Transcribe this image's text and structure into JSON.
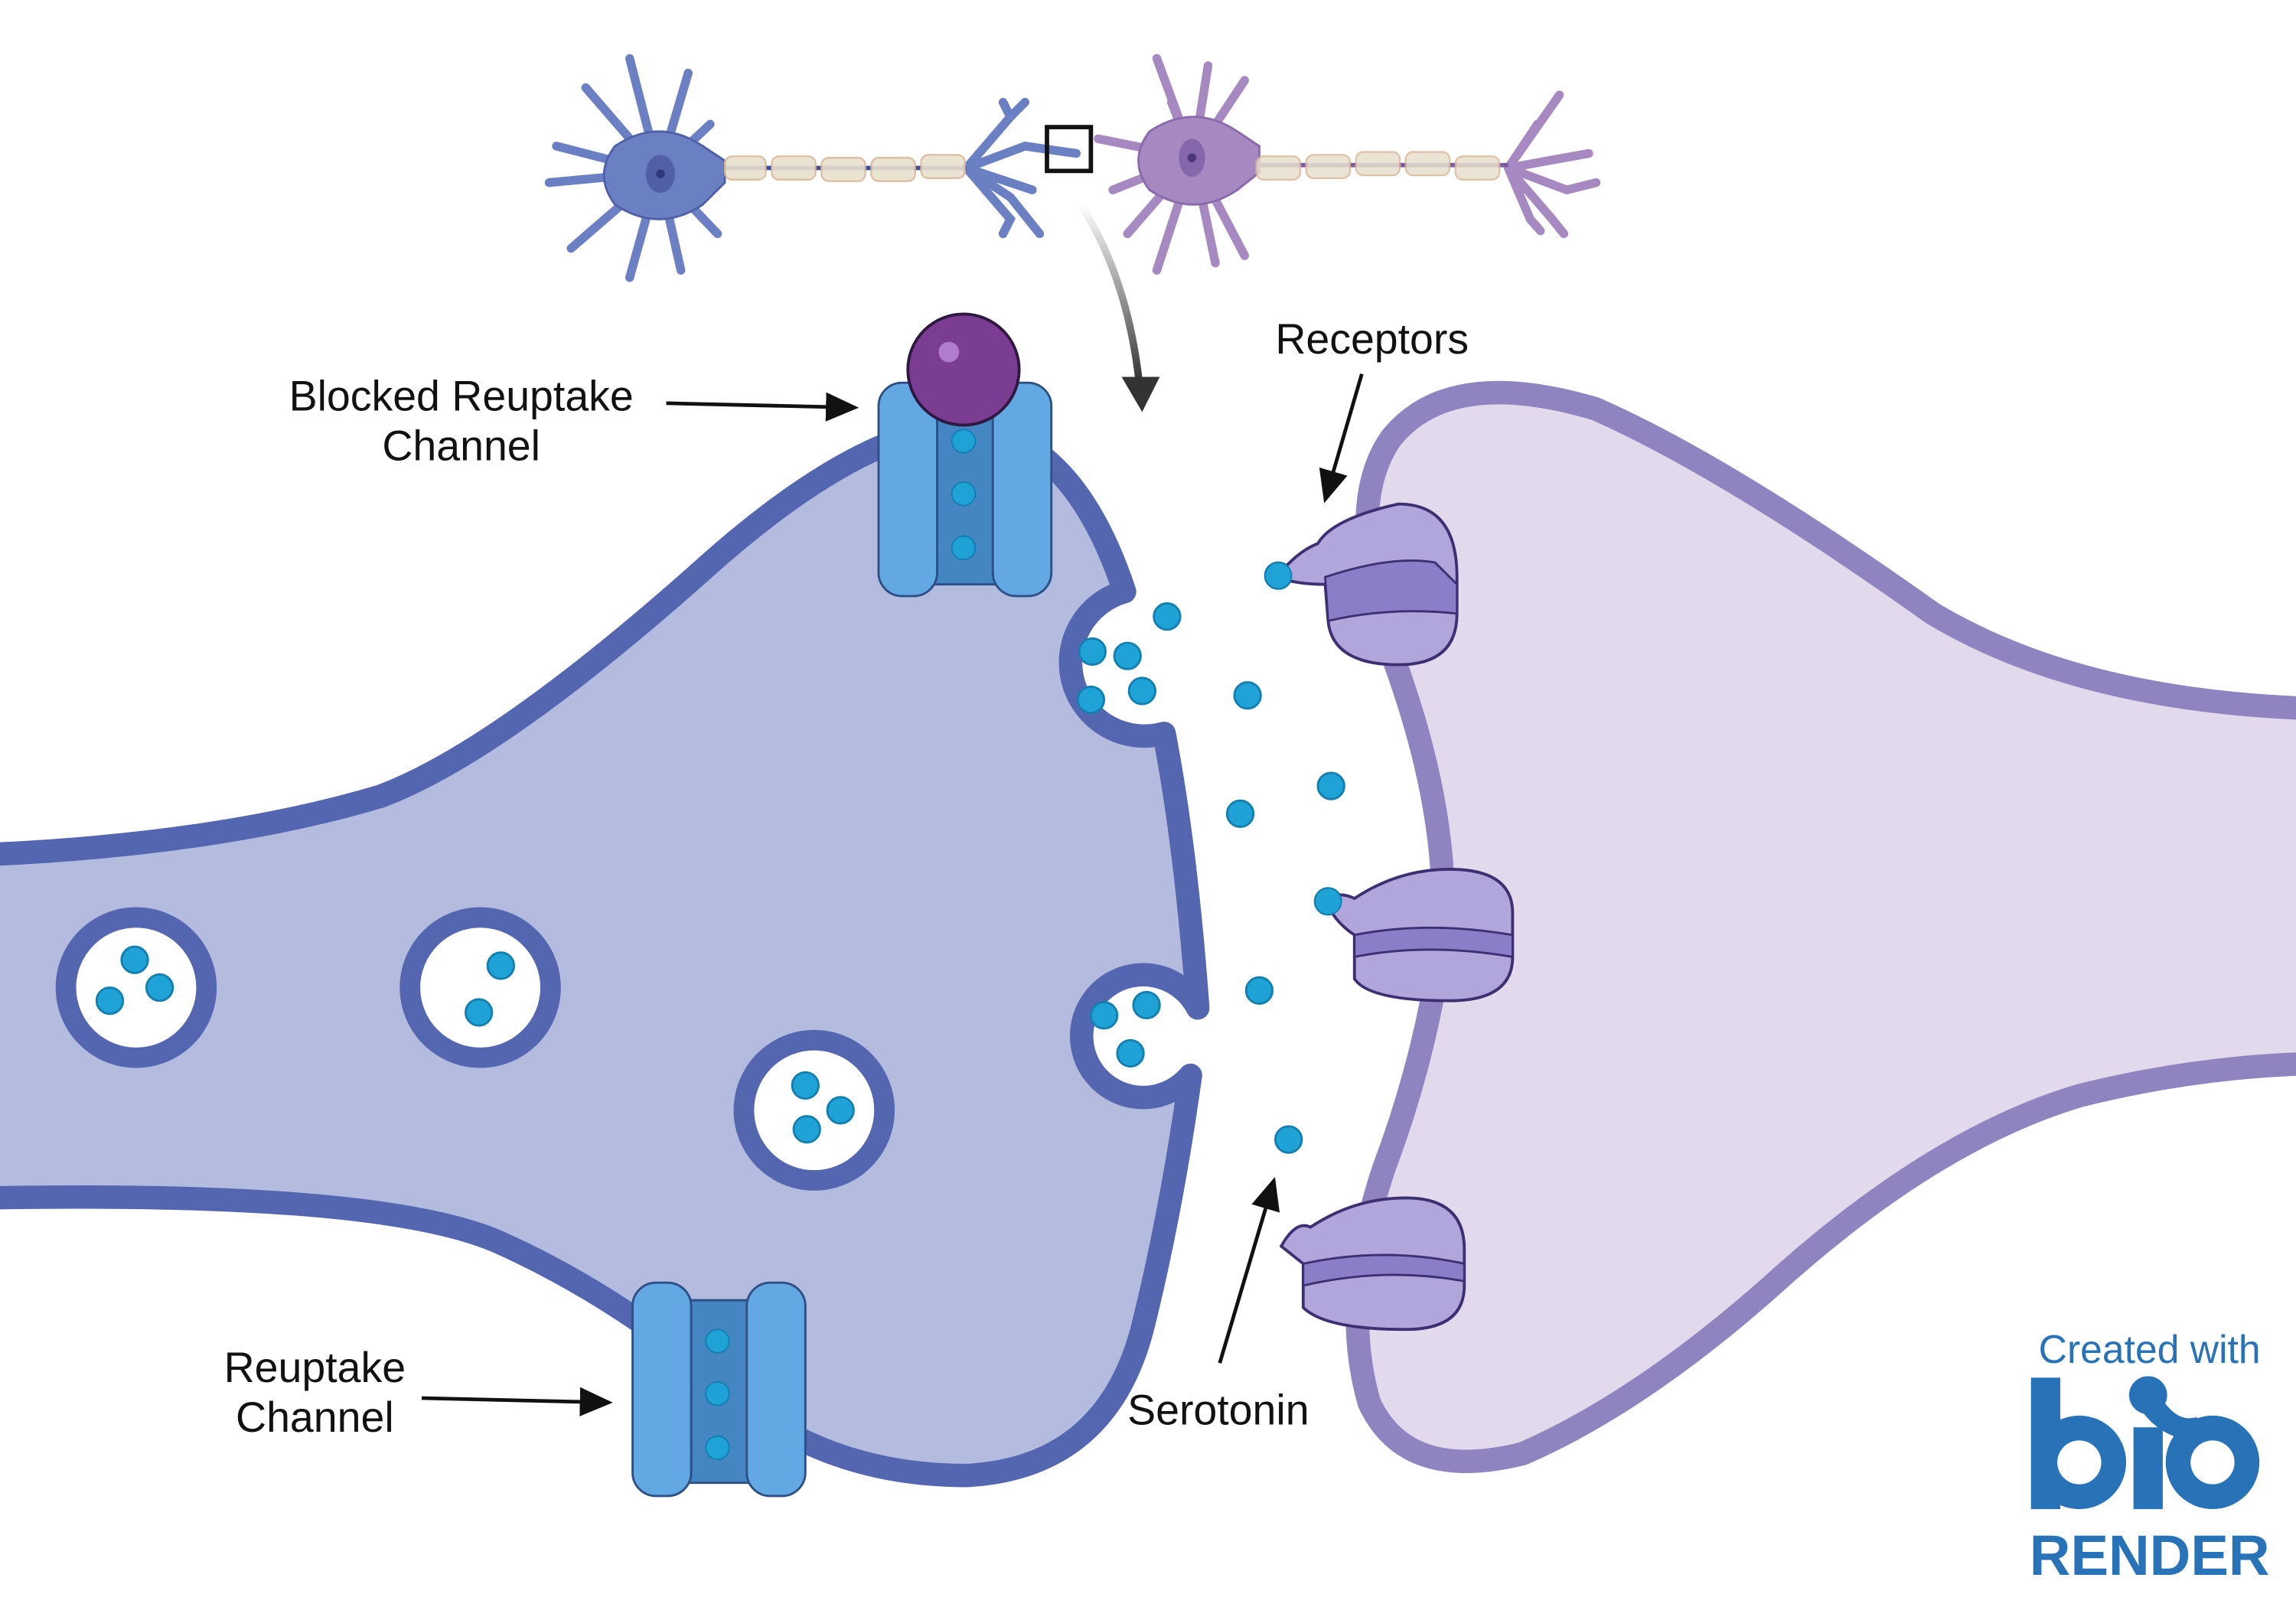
{
  "labels": {
    "blocked_reuptake_line1": "Blocked Reuptake",
    "blocked_reuptake_line2": "Channel",
    "receptors": "Receptors",
    "reuptake_line1": "Reuptake",
    "reuptake_line2": "Channel",
    "serotonin": "Serotonin"
  },
  "logo": {
    "created_with": "Created with",
    "brand_top": "bio",
    "brand_bottom": "RENDER"
  },
  "colors": {
    "presynaptic_fill": "#b3bbdf",
    "presynaptic_stroke": "#5466b0",
    "postsynaptic_fill": "#e3d9ec",
    "postsynaptic_stroke": "#8f84c0",
    "serotonin": "#1fa3d6",
    "channel": "#62a8e2",
    "blocker": "#7a3d91",
    "receptor": "#b0a6dc",
    "logo": "#2872b8"
  }
}
